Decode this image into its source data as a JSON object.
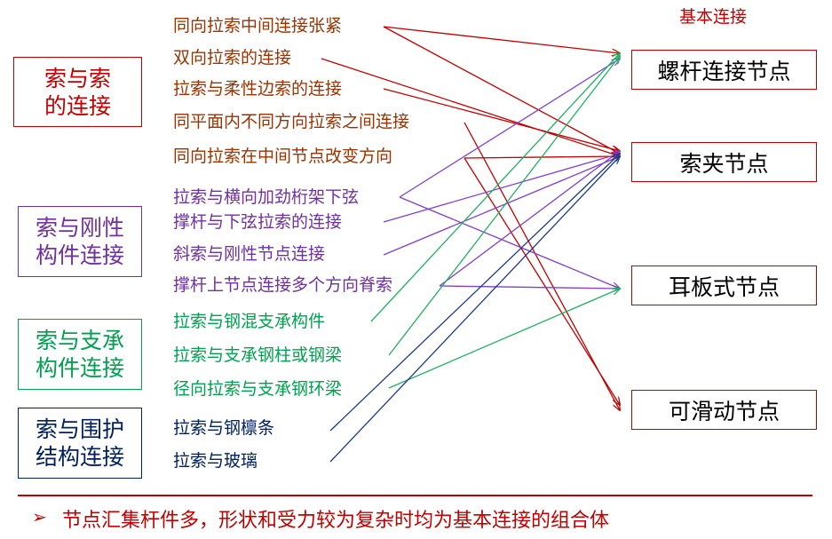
{
  "header": {
    "basic_connection": "基本连接"
  },
  "categories": [
    {
      "lines": [
        "索与索",
        "的连接"
      ],
      "color": "#c00000"
    },
    {
      "lines": [
        "索与刚性",
        "构件连接"
      ],
      "color": "#7030a0"
    },
    {
      "lines": [
        "索与支承",
        "构件连接"
      ],
      "color": "#00a050"
    },
    {
      "lines": [
        "索与围护",
        "结构连接"
      ],
      "color": "#002060"
    }
  ],
  "items": [
    {
      "text": "同向拉索中间连接张紧",
      "color": "#993300"
    },
    {
      "text": "双向拉索的连接",
      "color": "#993300"
    },
    {
      "text": "拉索与柔性边索的连接",
      "color": "#993300"
    },
    {
      "text": "同平面内不同方向拉索之间连接",
      "color": "#993300"
    },
    {
      "text": "同向拉索在中间节点改变方向",
      "color": "#993300"
    },
    {
      "text": "拉索与横向加劲桁架下弦",
      "color": "#7030a0"
    },
    {
      "text": "撑杆与下弦拉索的连接",
      "color": "#7030a0"
    },
    {
      "text": "斜索与刚性节点连接",
      "color": "#7030a0"
    },
    {
      "text": "撑杆上节点连接多个方向脊索",
      "color": "#7030a0"
    },
    {
      "text": "拉索与钢混支承构件",
      "color": "#00a050"
    },
    {
      "text": "拉索与支承钢柱或钢梁",
      "color": "#00a050"
    },
    {
      "text": "径向拉索与支承钢环梁",
      "color": "#00a050"
    },
    {
      "text": "拉索与钢檩条",
      "color": "#002060"
    },
    {
      "text": "拉索与玻璃",
      "color": "#002060"
    }
  ],
  "nodes": [
    {
      "label": "螺杆连接节点"
    },
    {
      "label": "索夹节点"
    },
    {
      "label": "耳板式节点"
    },
    {
      "label": "可滑动节点"
    }
  ],
  "connections": [
    {
      "item": 0,
      "node": 0
    },
    {
      "item": 0,
      "node": 1
    },
    {
      "item": 1,
      "node": 1
    },
    {
      "item": 2,
      "node": 1
    },
    {
      "item": 3,
      "node": 3
    },
    {
      "item": 4,
      "node": 1
    },
    {
      "item": 4,
      "node": 3
    },
    {
      "item": 5,
      "node": 0
    },
    {
      "item": 5,
      "node": 2
    },
    {
      "item": 6,
      "node": 1
    },
    {
      "item": 7,
      "node": 1
    },
    {
      "item": 8,
      "node": 1
    },
    {
      "item": 8,
      "node": 2
    },
    {
      "item": 9,
      "node": 0
    },
    {
      "item": 10,
      "node": 0
    },
    {
      "item": 11,
      "node": 2
    },
    {
      "item": 12,
      "node": 1
    },
    {
      "item": 13,
      "node": 1
    }
  ],
  "footer": {
    "bullet": "➢",
    "text": "节点汇集杆件多，形状和受力较为复杂时均为基本连接的组合体"
  }
}
